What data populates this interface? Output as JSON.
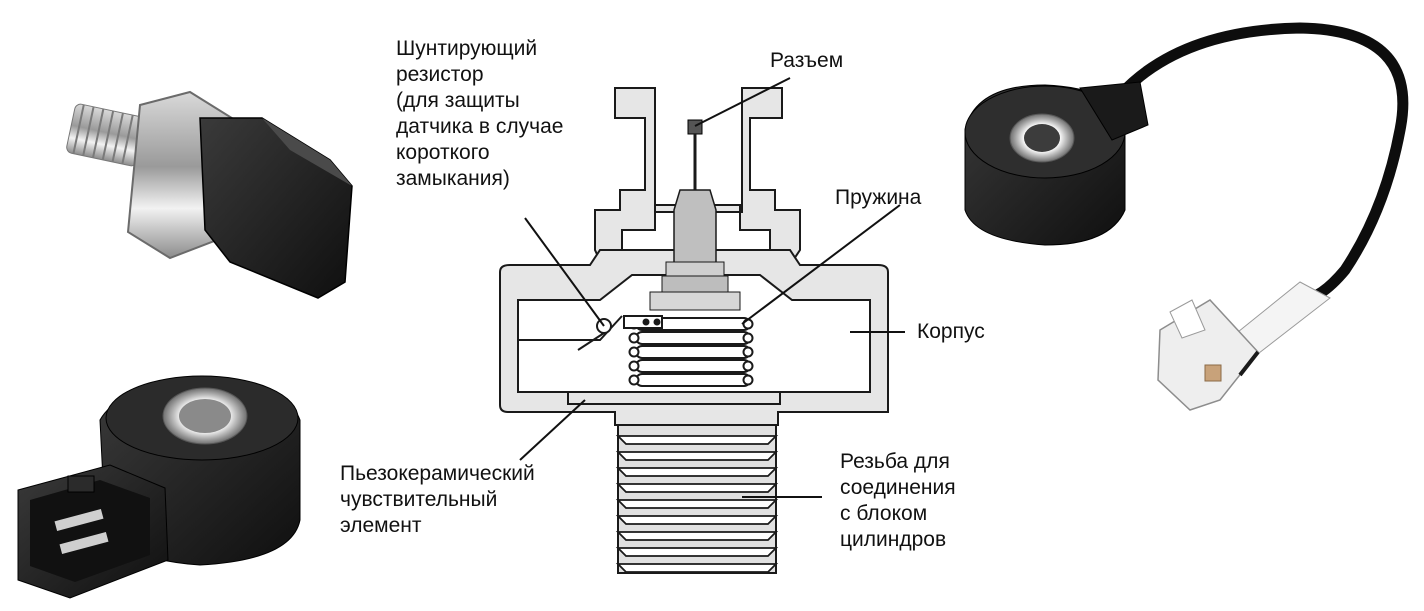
{
  "labels": {
    "shunt_resistor": [
      "Шунтирующий",
      "резистор",
      "(для защиты",
      "датчика в случае",
      "короткого",
      "замыкания)"
    ],
    "connector": [
      "Разъем"
    ],
    "spring": [
      "Пружина"
    ],
    "housing": [
      "Корпус"
    ],
    "piezo_element": [
      "Пьезокерамический",
      "чувствительный",
      "элемент"
    ],
    "thread": [
      "Резьба для",
      "соединения",
      "с блоком",
      "цилиндров"
    ]
  },
  "colors": {
    "outline": "#1a1a1a",
    "body_fill": "#e6e6e6",
    "inner_fill": "#ffffff",
    "rubber": "#1e1e1e",
    "metal": "#b8b8b8",
    "cable": "#0d0d0d",
    "plug": "#eeeeee"
  }
}
